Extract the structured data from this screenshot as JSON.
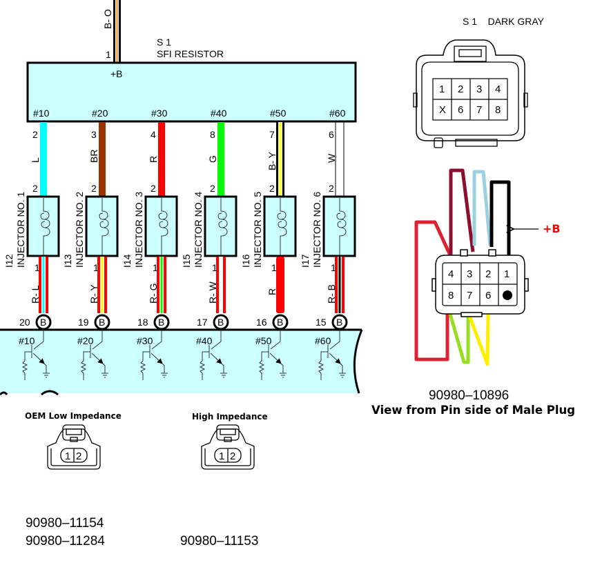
{
  "resistor": {
    "connector_id": "S 1",
    "name": "SFI RESISTOR",
    "supply_wire": {
      "color_code": "B- O",
      "pin": "1",
      "colors": [
        "#000000",
        "#ff7f00"
      ]
    },
    "supply_label": "+B",
    "terminals": [
      "#10",
      "#20",
      "#30",
      "#40",
      "#50",
      "#60"
    ],
    "fill_color": "#ccffff"
  },
  "injectors": [
    {
      "id": "I12",
      "name": "INJECTOR NO. 1",
      "top_wire_code": "L",
      "top_wire_color": "#00ffff",
      "top_pin_resistor": "2",
      "top_pin_injector": "2",
      "bottom_pin": "1",
      "bottom_wire_code": "R- L",
      "bottom_stripe": "#00ffff",
      "ecu_pin": "20",
      "ecu_terminal": "B",
      "ecu_label": "#10"
    },
    {
      "id": "I13",
      "name": "INJECTOR NO. 2",
      "top_wire_code": "BR",
      "top_wire_color": "#993300",
      "top_pin_resistor": "3",
      "top_pin_injector": "2",
      "bottom_pin": "1",
      "bottom_wire_code": "R- Y",
      "bottom_stripe": "#ffff00",
      "ecu_pin": "19",
      "ecu_terminal": "B",
      "ecu_label": "#20"
    },
    {
      "id": "I14",
      "name": "INJECTOR NO. 3",
      "top_wire_code": "R",
      "top_wire_color": "#ff0000",
      "top_pin_resistor": "4",
      "top_pin_injector": "2",
      "bottom_pin": "1",
      "bottom_wire_code": "R- G",
      "bottom_stripe": "#00ff00",
      "ecu_pin": "18",
      "ecu_terminal": "B",
      "ecu_label": "#30"
    },
    {
      "id": "I15",
      "name": "INJECTOR NO. 4",
      "top_wire_code": "G",
      "top_wire_color": "#00ff00",
      "top_pin_resistor": "8",
      "top_pin_injector": "2",
      "bottom_pin": "1",
      "bottom_wire_code": "R- W",
      "bottom_stripe": "#ffffff",
      "ecu_pin": "17",
      "ecu_terminal": "B",
      "ecu_label": "#40"
    },
    {
      "id": "I16",
      "name": "INJECTOR NO. 5",
      "top_wire_code": "B- Y",
      "top_wire_color": "#000000",
      "top_wire_stripe": "#ffff00",
      "top_pin_resistor": "7",
      "top_pin_injector": "2",
      "bottom_pin": "1",
      "bottom_wire_code": "R",
      "bottom_stripe": "#ff0000",
      "ecu_pin": "16",
      "ecu_terminal": "B",
      "ecu_label": "#50"
    },
    {
      "id": "I17",
      "name": "INJECTOR NO. 6",
      "top_wire_code": "W",
      "top_wire_color": "#ffffff",
      "top_pin_resistor": "6",
      "top_pin_injector": "2",
      "bottom_pin": "1",
      "bottom_wire_code": "R- B",
      "bottom_stripe": "#000000",
      "ecu_pin": "15",
      "ecu_terminal": "B",
      "ecu_label": "#60"
    }
  ],
  "s1_connector": {
    "title": "S 1    DARK GRAY",
    "pins_row1": [
      "1",
      "2",
      "3",
      "4"
    ],
    "pins_row2": [
      "X",
      "6",
      "7",
      "8"
    ]
  },
  "male_plug": {
    "pins_row1": [
      "4",
      "3",
      "2",
      "1"
    ],
    "pins_row2": [
      "8",
      "7",
      "6",
      ""
    ],
    "plus_b_label": "+B",
    "plus_b_color": "#ff0000",
    "wire_colors": {
      "pin4": "#dd2233",
      "pin3": "#8b1030",
      "pin2": "#9ad0e0",
      "pin1": "#000000",
      "pin8": "#99dd22",
      "pin7": "#ffee00",
      "pin6": "#ffee00"
    },
    "part_number": "90980–10896",
    "caption": "View from Pin side of Male Plug"
  },
  "low_impedance": {
    "title": "OEM Low Impedance",
    "pins": [
      "1",
      "2"
    ],
    "part_numbers": [
      "90980–11154",
      "90980–11284"
    ]
  },
  "high_impedance": {
    "title": "High Impedance",
    "pins": [
      "1",
      "2"
    ],
    "part_numbers": [
      "90980–11153"
    ]
  }
}
